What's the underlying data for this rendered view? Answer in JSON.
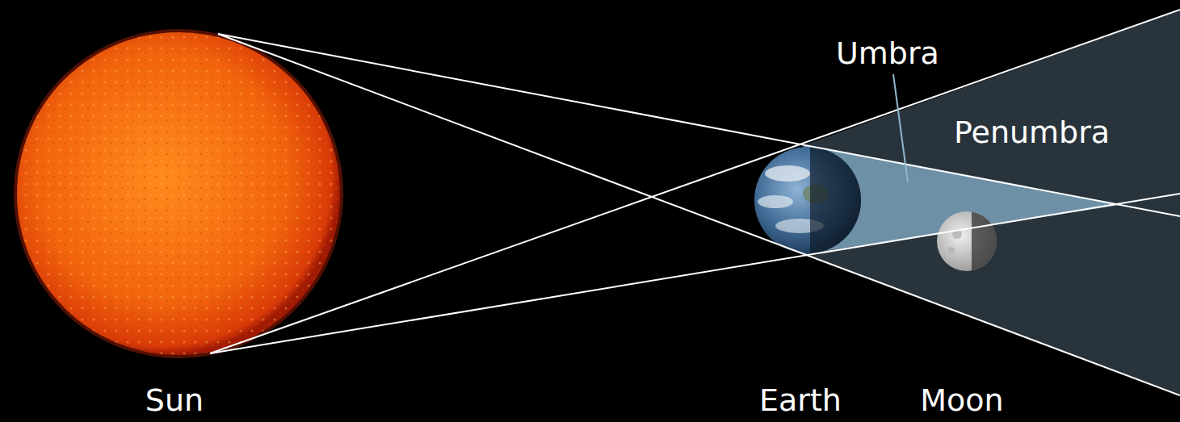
{
  "diagram": {
    "labels": [
      "Umbra",
      "Penumbra",
      "Sun",
      "Earth",
      "Moon"
    ]
  }
}
